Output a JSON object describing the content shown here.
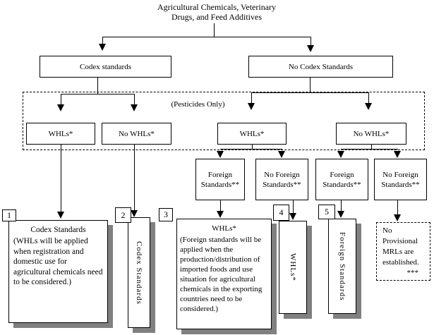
{
  "title": {
    "line1": "Agricultural Chemicals, Veterinary",
    "line2": "Drugs, and Feed Additives"
  },
  "level2": {
    "codex": "Codex standards",
    "no_codex": "No Codex Standards"
  },
  "pesticides_note": "(Pesticides Only)",
  "level3": {
    "whls_left": "WHLs*",
    "no_whls_left": "No WHLs*",
    "whls_right": "WHLs*",
    "no_whls_right": "No WHLs*"
  },
  "level4": {
    "foreign_left": "Foreign Standards**",
    "no_foreign_left": "No Foreign Standards**",
    "foreign_right": "Foreign Standards**",
    "no_foreign_right": "No Foreign Standards**"
  },
  "outcomes": {
    "box1": {
      "number": "1",
      "heading": "Codex Standards",
      "body": "(WHLs will be applied when registration and domestic use for agricultural chemicals need to be considered.)"
    },
    "box2": {
      "number": "2",
      "label": "Codex Standards"
    },
    "box3": {
      "number": "3",
      "heading": "WHLs*",
      "body": "(Foreign standards will be applied when the production/distribution of imported foods and use situation for agricultural chemicals in the exporting countries need to be considered.)"
    },
    "box4": {
      "number": "4",
      "label": "WHLs*"
    },
    "box5": {
      "number": "5",
      "label": "Foreign Standards"
    },
    "box6": {
      "lines": [
        "No",
        "Provisional",
        "MRLs are",
        "established."
      ],
      "footnote": "***"
    }
  },
  "colors": {
    "line": "#000000",
    "shadow": "#808080",
    "background": "#ffffff"
  }
}
